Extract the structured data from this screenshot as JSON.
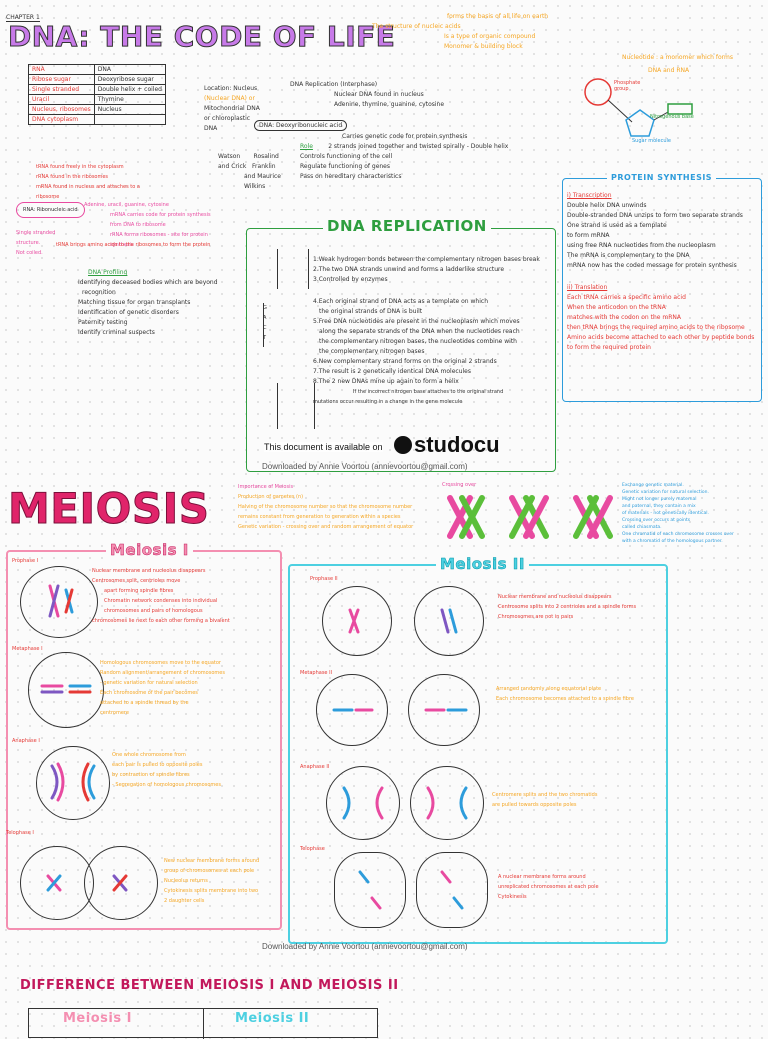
{
  "chapter": "CHAPTER 1",
  "title": "DNA: THE CODE OF LIFE",
  "nucleic": {
    "lines": [
      "forms the basis of all life on earth",
      "The structure of nucleic acids",
      "Is a type of organic compound",
      "Monomer & building block",
      "Nucleotide : a monomer which forms",
      "DNA and RNA"
    ],
    "phosphate": "Phosphate group",
    "base": "Nitrogenous base",
    "sugar": "Sugar molecule"
  },
  "rna_dna_table": {
    "rows": [
      [
        "RNA",
        "DNA"
      ],
      [
        "Ribose sugar",
        "Deoxyribose sugar"
      ],
      [
        "Single stranded",
        "Double helix + coiled"
      ],
      [
        "Uracil",
        "Thymine"
      ],
      [
        "Nucleus, ribosomes",
        "Nucleus"
      ],
      [
        "DNA cytoplasm",
        ""
      ]
    ]
  },
  "dna_center": {
    "lines": [
      "Location: Nucleus",
      "(Nuclear DNA) or",
      "Mitochondrial DNA",
      "or chloroplastic",
      "DNA",
      "Watson",
      "and Crick",
      "and Maurice",
      "Wilkins"
    ],
    "core": "DNA: Deoxyribonucleic acid",
    "right": [
      "DNA Replication (Interphase)",
      "Nuclear DNA found in nucleus",
      "Adenine, thymine, guanine, cytosine",
      "Carries genetic code for protein synthesis",
      "2 strands joined together and twisted spirally - Double helix",
      "Controls functioning of the cell",
      "Regulate functioning of genes",
      "Pass on hereditary characteristics"
    ],
    "role": "Role",
    "rosalind": "Rosalind",
    "franklin": "Franklin"
  },
  "rna_left": {
    "lines": [
      "tRNA found freely in the cytoplasm",
      "rRNA found in the ribosomes",
      "mRNA found in nucleus and attaches to a",
      "ribosome"
    ],
    "core": "RNA: Ribonucleic acid",
    "right": [
      "Adenine, uracil, guanine, cytosine",
      "mRNA carries code for protein synthesis",
      "from DNA to ribosome",
      "rRNA forms ribosomes - site for protein",
      "synthesis",
      "tRNA brings amino acids to the ribosomes to form the protein"
    ],
    "bottom": [
      "Single stranded",
      "structure.",
      "Not coiled."
    ]
  },
  "profiling": {
    "title": "DNA Profiling",
    "items": [
      "Identifying deceased bodies which are beyond",
      "recognition",
      "Matching tissue for organ transplants",
      "Identification of genetic disorders",
      "Paternity testing",
      "Identify criminal suspects"
    ]
  },
  "replication": {
    "title": "DNA REPLICATION",
    "items": [
      "1.Weak hydrogen bonds between the complementary nitrogen bases break",
      "2.The two DNA strands unwind and forms a ladderlike structure",
      "3.Controlled by enzymes",
      "4.Each original strand of DNA acts as a template on which",
      "the original strands of DNA is built",
      "5.Free DNA nucleotides are present in the nucleoplasm which moves",
      "along the separate strands of the DNA when the nucleotides reach",
      "the complementary nitrogen bases, the nucleotides combine with",
      "the complementary nitrogen bases",
      "6.New complementary strand forms on the original 2 strands",
      "7.The result is 2 genetically identical DNA molecules",
      "8.The 2 new DNAs mine up again to form a helix"
    ],
    "mutation": [
      "If the incorrect nitrogen base attaches to the original strand",
      "mutations occur resulting in a change in the gene molecule"
    ],
    "strand_letters": [
      "G",
      "A",
      "C",
      "T",
      "C",
      "A"
    ]
  },
  "watermark": {
    "line": "This document is available on",
    "brand": "studocu",
    "download1": "Downloaded by Annie Voortou (annievoortou@gmail.com)",
    "download2": "Downloaded by Annie Voortou (annievoortou@gmail.com)"
  },
  "protein": {
    "title": "PROTEIN SYNTHESIS",
    "transcription_title": "i) Transcription",
    "transcription": [
      "Double helix DNA unwinds",
      "Double-stranded DNA unzips to form two separate strands",
      "One strand is used as a template",
      "to form mRNA",
      "using free RNA nucleotides from the nucleoplasm",
      "The mRNA is complementary to the DNA",
      "mRNA now has the coded message for protein synthesis"
    ],
    "translation_title": "ii) Translation",
    "translation": [
      "Each tRNA carries a specific amino acid",
      "When the anticodon on the tRNA",
      "matches with the codon on the mRNA",
      "then tRNA brings the required amino acids to the ribosome",
      "Amino acids become attached to each other by peptide bonds",
      "to form the required protein"
    ]
  },
  "meiosis": {
    "title": "MEIOSIS",
    "importance_title": "Importance of Meiosis",
    "importance": [
      "Production of gametes (n)",
      "Halving of the chromosome number so that the chromosome number",
      "remains constant from generation to generation within a species",
      "Genetic variation - crossing over and random arrangement of equator"
    ],
    "crossing_title": "Crossing over",
    "crossing": [
      "Exchange genetic material.",
      "Genetic variation for natural selection.",
      "Might not longer purely maternal",
      "and paternal, they contain a mix",
      "of materials - not genetically identical.",
      "Crossing over occurs at points",
      "called chiasmata.",
      "One chromatid of each chromosome crosses over",
      "with a chromatid of the homologous partner."
    ]
  },
  "meiosis1": {
    "title": "Meiosis I",
    "phases": [
      {
        "label": "Prophase I",
        "text": [
          "Nuclear membrane and nucleolus disappears",
          "Centrosomes split, centrioles move",
          "apart forming spindle fibres",
          "Chromatin network condenses into individual",
          "chromosomes and pairs of homologous",
          "chromosomes lie next to each other forming a bivalent"
        ]
      },
      {
        "label": "Metaphase I",
        "text": [
          "Homologous chromosomes move to the equator",
          "Random alignment/arrangement of chromosomes",
          "- genetic variation for natural selection",
          "Each chromosome of the pair becomes",
          "attached to a spindle thread by the",
          "centromere"
        ]
      },
      {
        "label": "Anaphase I",
        "text": [
          "One whole chromosome from",
          "each pair is pulled to opposite poles",
          "by contraction of spindle fibres",
          "- Segregation of homologous chromosomes"
        ]
      },
      {
        "label": "Telophase I",
        "text": [
          "New nuclear membrane forms around",
          "group of chromosomes at each pole",
          "Nucleolus returns",
          "Cytokinesis splits membrane into two",
          "2 daughter cells"
        ]
      }
    ]
  },
  "meiosis2": {
    "title": "Meiosis II",
    "phases": [
      {
        "label": "Prophase II",
        "text": [
          "Nuclear membrane and nucleolus disappears",
          "Centrosome splits into 2 centrioles and a spindle forms",
          "Chromosomes are not in pairs"
        ]
      },
      {
        "label": "Metaphase II",
        "text": [
          "Arranged randomly along equatorial plate",
          "Each chromosome becomes attached to a spindle fibre"
        ]
      },
      {
        "label": "Anaphase II",
        "text": [
          "Centromere splits and the two chromatids",
          "are pulled towards opposite poles"
        ]
      },
      {
        "label": "Telophase",
        "text": [
          "A nuclear membrane forms around",
          "unreplicated chromosomes at each pole",
          "Cytokinesis"
        ]
      }
    ]
  },
  "difference": {
    "title": "DIFFERENCE BETWEEN MEIOSIS I AND MEIOSIS II",
    "col1": "Meiosis I",
    "col2": "Meiosis II"
  }
}
